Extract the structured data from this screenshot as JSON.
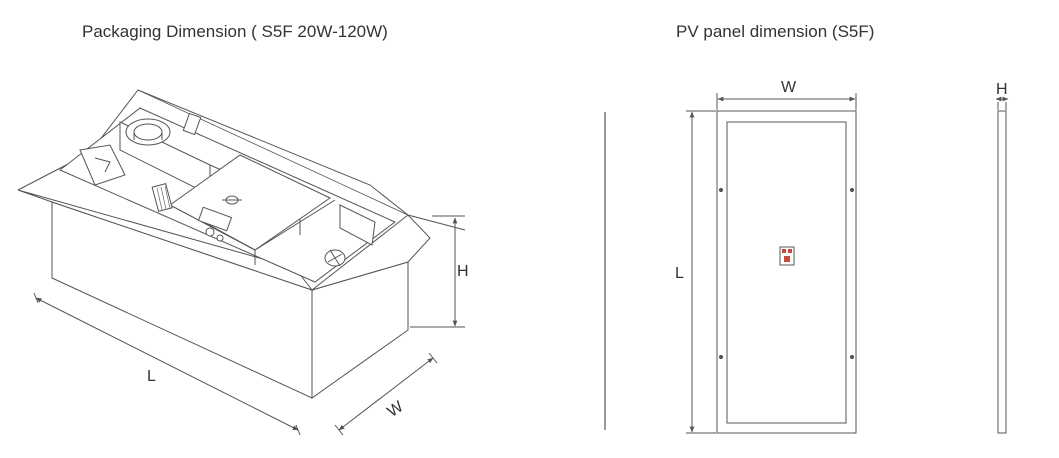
{
  "left": {
    "title": "Packaging Dimension ( S5F 20W-120W)",
    "labels": {
      "length": "L",
      "width": "W",
      "height": "H"
    }
  },
  "right": {
    "title": "PV panel dimension (S5F)",
    "labels": {
      "width": "W",
      "length": "L",
      "thickness": "H"
    }
  },
  "colors": {
    "line": "#555555",
    "dim": "#555555",
    "text": "#333333"
  }
}
